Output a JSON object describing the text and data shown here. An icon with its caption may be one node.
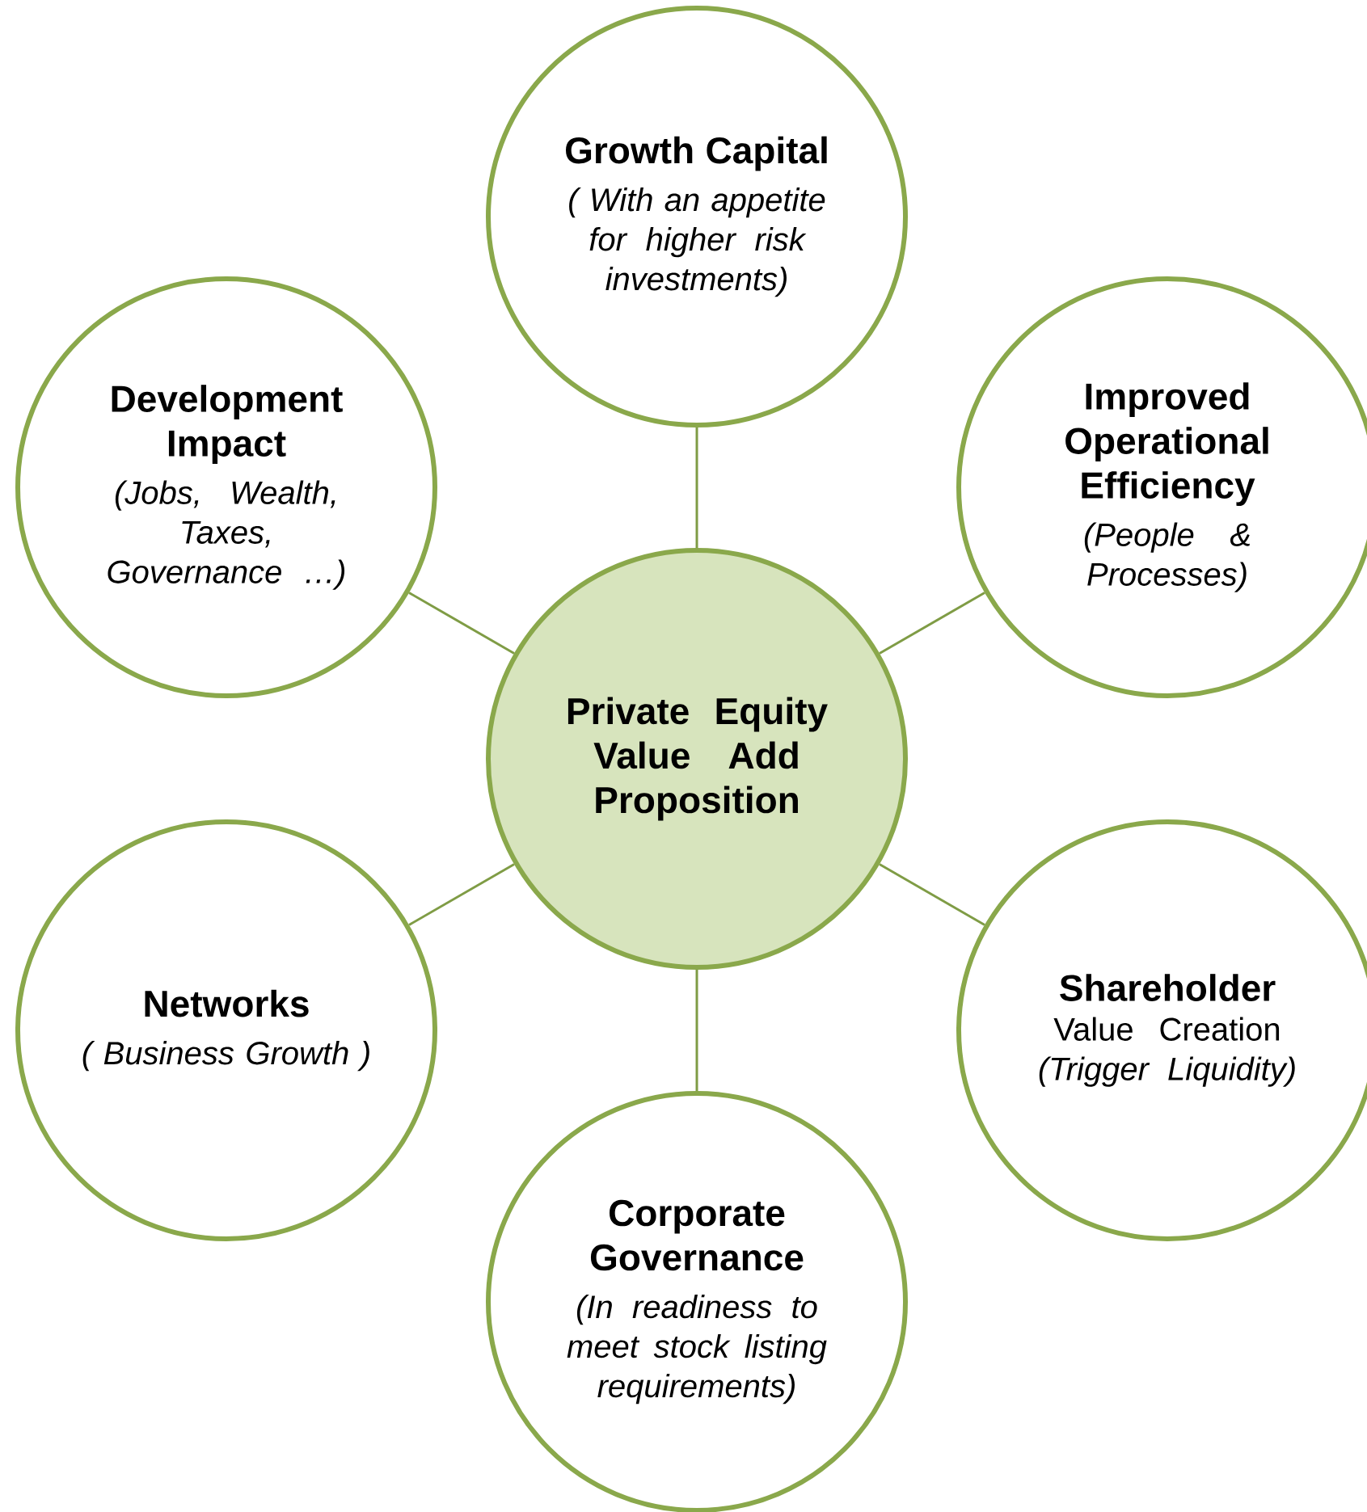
{
  "diagram": {
    "nodes": [
      {
        "text": [
          "Growth Capital",
          "( With an appetite for higher risk investments)"
        ]
      },
      {
        "text": [
          "Development Impact",
          "(Jobs, Wealth, Taxes, Governance …)"
        ]
      },
      {
        "text": [
          "Improved Operational Efficiency",
          "(People & Processes)"
        ]
      },
      {
        "text": [
          "Private Equity Value Add Proposition"
        ]
      },
      {
        "text": [
          "Networks",
          "( Business Growth )"
        ]
      },
      {
        "text": [
          "Shareholder",
          "Value Creation",
          "(Trigger Liquidity)"
        ]
      },
      {
        "text": [
          "Corporate Governance",
          "(In readiness to meet stock listing requirements)"
        ]
      }
    ],
    "edges": [
      {
        "from": 3,
        "to": 0,
        "arrow": "none"
      },
      {
        "from": 3,
        "to": 1,
        "arrow": "none"
      },
      {
        "from": 3,
        "to": 2,
        "arrow": "none"
      },
      {
        "from": 3,
        "to": 4,
        "arrow": "none"
      },
      {
        "from": 3,
        "to": 5,
        "arrow": "none"
      },
      {
        "from": 3,
        "to": 6,
        "arrow": "none"
      }
    ]
  }
}
